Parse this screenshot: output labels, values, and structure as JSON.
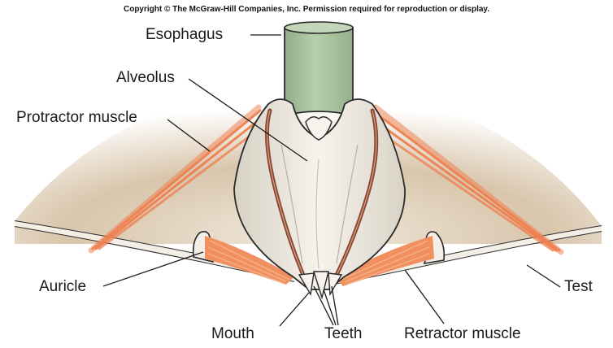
{
  "copyright": "Copyright © The McGraw-Hill Companies, Inc. Permission required for reproduction or display.",
  "labels": {
    "esophagus": "Esophagus",
    "alveolus": "Alveolus",
    "protractor_muscle": "Protractor muscle",
    "auricle": "Auricle",
    "test": "Test",
    "mouth": "Mouth",
    "teeth": "Teeth",
    "retractor_muscle": "Retractor muscle"
  },
  "colors": {
    "background": "#ffffff",
    "test_interior": "#cdb79a",
    "esophagus": "#a9c49e",
    "muscle": "#f08a5d",
    "lantern": "#efeadf",
    "rod": "#8a4a33"
  }
}
